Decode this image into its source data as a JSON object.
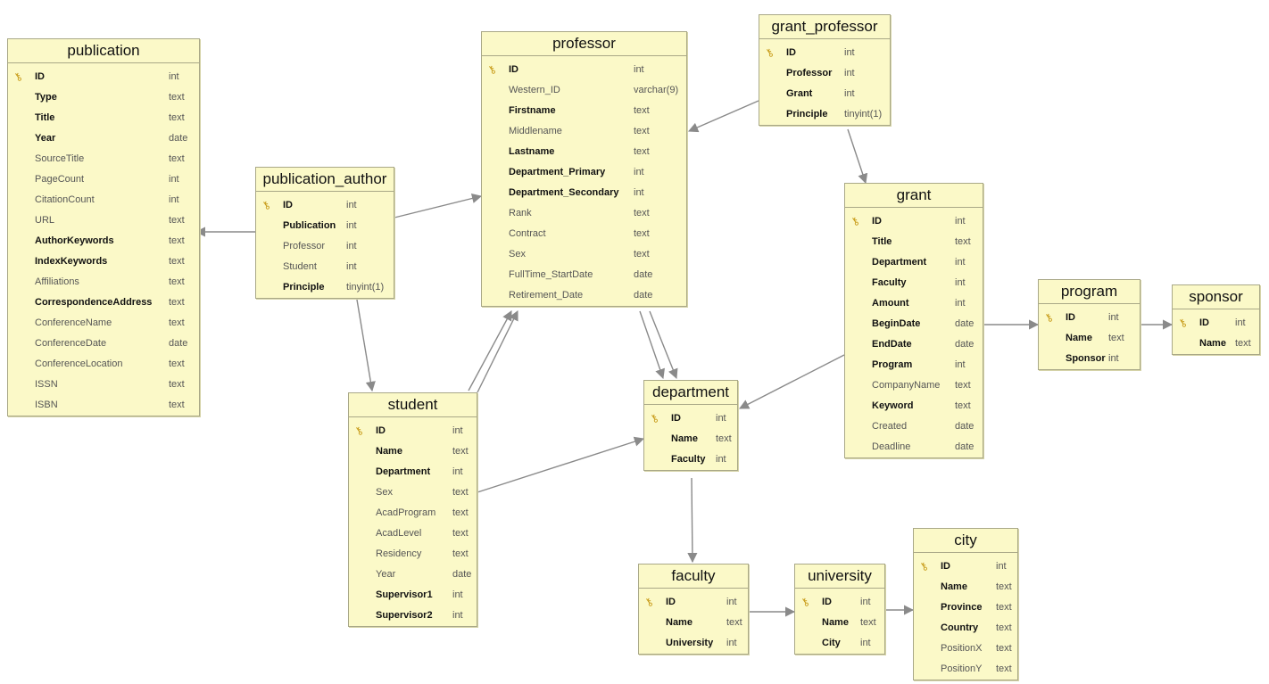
{
  "tables": [
    {
      "id": "publication",
      "name": "publication",
      "fields": [
        {
          "name": "ID",
          "type": "int",
          "pk": true,
          "bold": true
        },
        {
          "name": "Type",
          "type": "text",
          "bold": true
        },
        {
          "name": "Title",
          "type": "text",
          "bold": true
        },
        {
          "name": "Year",
          "type": "date",
          "bold": true
        },
        {
          "name": "SourceTitle",
          "type": "text",
          "bold": false
        },
        {
          "name": "PageCount",
          "type": "int",
          "bold": false
        },
        {
          "name": "CitationCount",
          "type": "int",
          "bold": false
        },
        {
          "name": "URL",
          "type": "text",
          "bold": false
        },
        {
          "name": "AuthorKeywords",
          "type": "text",
          "bold": true
        },
        {
          "name": "IndexKeywords",
          "type": "text",
          "bold": true
        },
        {
          "name": "Affiliations",
          "type": "text",
          "bold": false
        },
        {
          "name": "CorrespondenceAddress",
          "type": "text",
          "bold": true
        },
        {
          "name": "ConferenceName",
          "type": "text",
          "bold": false
        },
        {
          "name": "ConferenceDate",
          "type": "date",
          "bold": false
        },
        {
          "name": "ConferenceLocation",
          "type": "text",
          "bold": false
        },
        {
          "name": "ISSN",
          "type": "text",
          "bold": false
        },
        {
          "name": "ISBN",
          "type": "text",
          "bold": false
        }
      ]
    },
    {
      "id": "publication_author",
      "name": "publication_author",
      "fields": [
        {
          "name": "ID",
          "type": "int",
          "pk": true,
          "bold": true
        },
        {
          "name": "Publication",
          "type": "int",
          "bold": true
        },
        {
          "name": "Professor",
          "type": "int",
          "bold": false
        },
        {
          "name": "Student",
          "type": "int",
          "bold": false
        },
        {
          "name": "Principle",
          "type": "tinyint(1)",
          "bold": true
        }
      ]
    },
    {
      "id": "professor",
      "name": "professor",
      "fields": [
        {
          "name": "ID",
          "type": "int",
          "pk": true,
          "bold": true
        },
        {
          "name": "Western_ID",
          "type": "varchar(9)",
          "bold": false
        },
        {
          "name": "Firstname",
          "type": "text",
          "bold": true
        },
        {
          "name": "Middlename",
          "type": "text",
          "bold": false
        },
        {
          "name": "Lastname",
          "type": "text",
          "bold": true
        },
        {
          "name": "Department_Primary",
          "type": "int",
          "bold": true
        },
        {
          "name": "Department_Secondary",
          "type": "int",
          "bold": true
        },
        {
          "name": "Rank",
          "type": "text",
          "bold": false
        },
        {
          "name": "Contract",
          "type": "text",
          "bold": false
        },
        {
          "name": "Sex",
          "type": "text",
          "bold": false
        },
        {
          "name": "FullTime_StartDate",
          "type": "date",
          "bold": false
        },
        {
          "name": "Retirement_Date",
          "type": "date",
          "bold": false
        }
      ]
    },
    {
      "id": "grant_professor",
      "name": "grant_professor",
      "fields": [
        {
          "name": "ID",
          "type": "int",
          "pk": true,
          "bold": true
        },
        {
          "name": "Professor",
          "type": "int",
          "bold": true
        },
        {
          "name": "Grant",
          "type": "int",
          "bold": true
        },
        {
          "name": "Principle",
          "type": "tinyint(1)",
          "bold": true
        }
      ]
    },
    {
      "id": "grant",
      "name": "grant",
      "fields": [
        {
          "name": "ID",
          "type": "int",
          "pk": true,
          "bold": true
        },
        {
          "name": "Title",
          "type": "text",
          "bold": true
        },
        {
          "name": "Department",
          "type": "int",
          "bold": true
        },
        {
          "name": "Faculty",
          "type": "int",
          "bold": true
        },
        {
          "name": "Amount",
          "type": "int",
          "bold": true
        },
        {
          "name": "BeginDate",
          "type": "date",
          "bold": true
        },
        {
          "name": "EndDate",
          "type": "date",
          "bold": true
        },
        {
          "name": "Program",
          "type": "int",
          "bold": true
        },
        {
          "name": "CompanyName",
          "type": "text",
          "bold": false
        },
        {
          "name": "Keyword",
          "type": "text",
          "bold": true
        },
        {
          "name": "Created",
          "type": "date",
          "bold": false
        },
        {
          "name": "Deadline",
          "type": "date",
          "bold": false
        }
      ]
    },
    {
      "id": "program",
      "name": "program",
      "fields": [
        {
          "name": "ID",
          "type": "int",
          "pk": true,
          "bold": true
        },
        {
          "name": "Name",
          "type": "text",
          "bold": true
        },
        {
          "name": "Sponsor",
          "type": "int",
          "bold": true
        }
      ]
    },
    {
      "id": "sponsor",
      "name": "sponsor",
      "fields": [
        {
          "name": "ID",
          "type": "int",
          "pk": true,
          "bold": true
        },
        {
          "name": "Name",
          "type": "text",
          "bold": true
        }
      ]
    },
    {
      "id": "student",
      "name": "student",
      "fields": [
        {
          "name": "ID",
          "type": "int",
          "pk": true,
          "bold": true
        },
        {
          "name": "Name",
          "type": "text",
          "bold": true
        },
        {
          "name": "Department",
          "type": "int",
          "bold": true
        },
        {
          "name": "Sex",
          "type": "text",
          "bold": false
        },
        {
          "name": "AcadProgram",
          "type": "text",
          "bold": false
        },
        {
          "name": "AcadLevel",
          "type": "text",
          "bold": false
        },
        {
          "name": "Residency",
          "type": "text",
          "bold": false
        },
        {
          "name": "Year",
          "type": "date",
          "bold": false
        },
        {
          "name": "Supervisor1",
          "type": "int",
          "bold": true
        },
        {
          "name": "Supervisor2",
          "type": "int",
          "bold": true
        }
      ]
    },
    {
      "id": "department",
      "name": "department",
      "fields": [
        {
          "name": "ID",
          "type": "int",
          "pk": true,
          "bold": true
        },
        {
          "name": "Name",
          "type": "text",
          "bold": true
        },
        {
          "name": "Faculty",
          "type": "int",
          "bold": true
        }
      ]
    },
    {
      "id": "faculty",
      "name": "faculty",
      "fields": [
        {
          "name": "ID",
          "type": "int",
          "pk": true,
          "bold": true
        },
        {
          "name": "Name",
          "type": "text",
          "bold": true
        },
        {
          "name": "University",
          "type": "int",
          "bold": true
        }
      ]
    },
    {
      "id": "university",
      "name": "university",
      "fields": [
        {
          "name": "ID",
          "type": "int",
          "pk": true,
          "bold": true
        },
        {
          "name": "Name",
          "type": "text",
          "bold": true
        },
        {
          "name": "City",
          "type": "int",
          "bold": true
        }
      ]
    },
    {
      "id": "city",
      "name": "city",
      "fields": [
        {
          "name": "ID",
          "type": "int",
          "pk": true,
          "bold": true
        },
        {
          "name": "Name",
          "type": "text",
          "bold": true
        },
        {
          "name": "Province",
          "type": "text",
          "bold": true
        },
        {
          "name": "Country",
          "type": "text",
          "bold": true
        },
        {
          "name": "PositionX",
          "type": "text",
          "bold": false
        },
        {
          "name": "PositionY",
          "type": "text",
          "bold": false
        }
      ]
    }
  ],
  "relations": [
    {
      "from": "publication_author",
      "to": "publication"
    },
    {
      "from": "publication_author",
      "to": "professor"
    },
    {
      "from": "publication_author",
      "to": "student"
    },
    {
      "from": "grant_professor",
      "to": "professor"
    },
    {
      "from": "grant_professor",
      "to": "grant"
    },
    {
      "from": "student",
      "to": "professor"
    },
    {
      "from": "student",
      "to": "professor"
    },
    {
      "from": "student",
      "to": "department"
    },
    {
      "from": "professor",
      "to": "department"
    },
    {
      "from": "professor",
      "to": "department"
    },
    {
      "from": "grant",
      "to": "department"
    },
    {
      "from": "grant",
      "to": "program"
    },
    {
      "from": "program",
      "to": "sponsor"
    },
    {
      "from": "department",
      "to": "faculty"
    },
    {
      "from": "faculty",
      "to": "university"
    },
    {
      "from": "university",
      "to": "city"
    }
  ],
  "colors": {
    "table_fill": "#fbf9c8",
    "table_border": "#a9a887",
    "key_icon": "#c79a16",
    "connector": "#8a8a8a"
  }
}
